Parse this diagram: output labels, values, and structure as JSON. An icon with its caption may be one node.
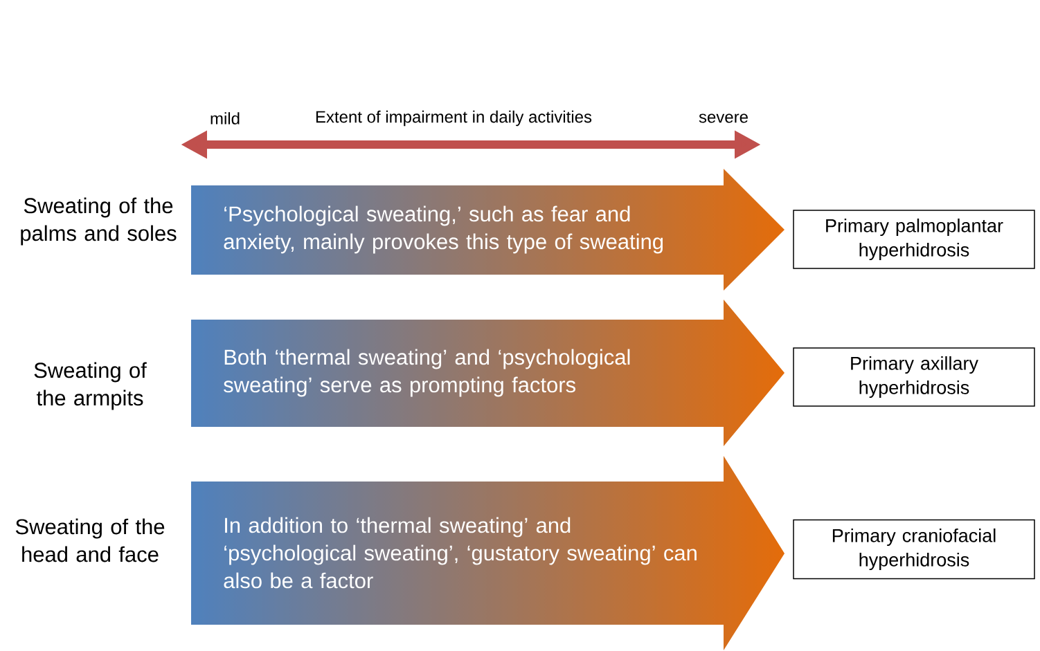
{
  "diagram": {
    "nodes": [
      {
        "text": [
          "‘Psychological sweating,’ such as fear and anxiety, mainly provokes this type of sweating"
        ],
        "beside": [
          "Sweating of the palms and soles"
        ]
      },
      {
        "text": [
          "Primary palmoplantar hyperhidrosis"
        ]
      },
      {
        "text": [
          "Both ‘thermal sweating’ and ‘psychological sweating’ serve as prompting factors"
        ],
        "beside": [
          "Sweating of the armpits"
        ]
      },
      {
        "text": [
          "Primary axillary hyperhidrosis"
        ]
      },
      {
        "text": [
          "In addition to ‘thermal sweating’ and ‘psychological sweating’, ‘gustatory sweating’ can also be a factor"
        ],
        "beside": [
          "Sweating of the head and face"
        ]
      },
      {
        "text": [
          "Primary craniofacial hyperhidrosis"
        ]
      }
    ],
    "labels": [
      "mild",
      "Extent of impairment in daily activities",
      "severe"
    ]
  }
}
